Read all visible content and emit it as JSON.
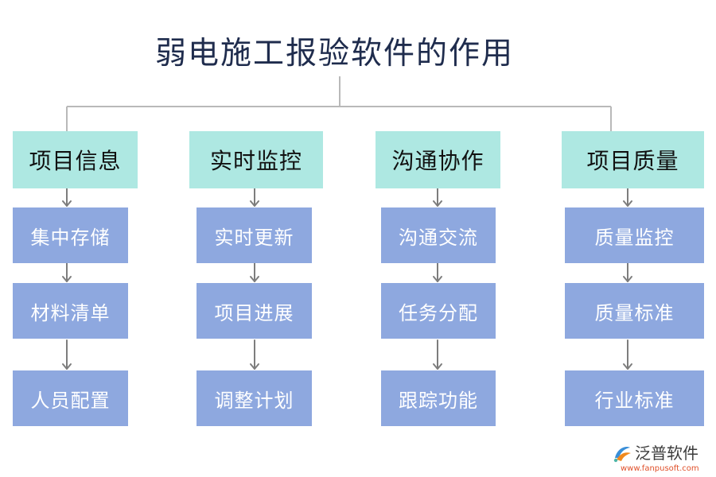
{
  "title": "弱电施工报验软件的作用",
  "columns": [
    {
      "header": "项目信息",
      "items": [
        "集中存储",
        "材料清单",
        "人员配置"
      ]
    },
    {
      "header": "实时监控",
      "items": [
        "实时更新",
        "项目进展",
        "调整计划"
      ]
    },
    {
      "header": "沟通协作",
      "items": [
        "沟通交流",
        "任务分配",
        "跟踪功能"
      ]
    },
    {
      "header": "项目质量",
      "items": [
        "质量监控",
        "质量标准",
        "行业标准"
      ]
    }
  ],
  "logo": {
    "name": "泛普软件",
    "url": "www.fanpusoft.com"
  },
  "colors": {
    "header_fill": "#aee8e2",
    "item_fill": "#8ea8df",
    "title_text": "#1f2c4d",
    "connector": "#b9b9b9",
    "arrow": "#7d7d7d"
  }
}
